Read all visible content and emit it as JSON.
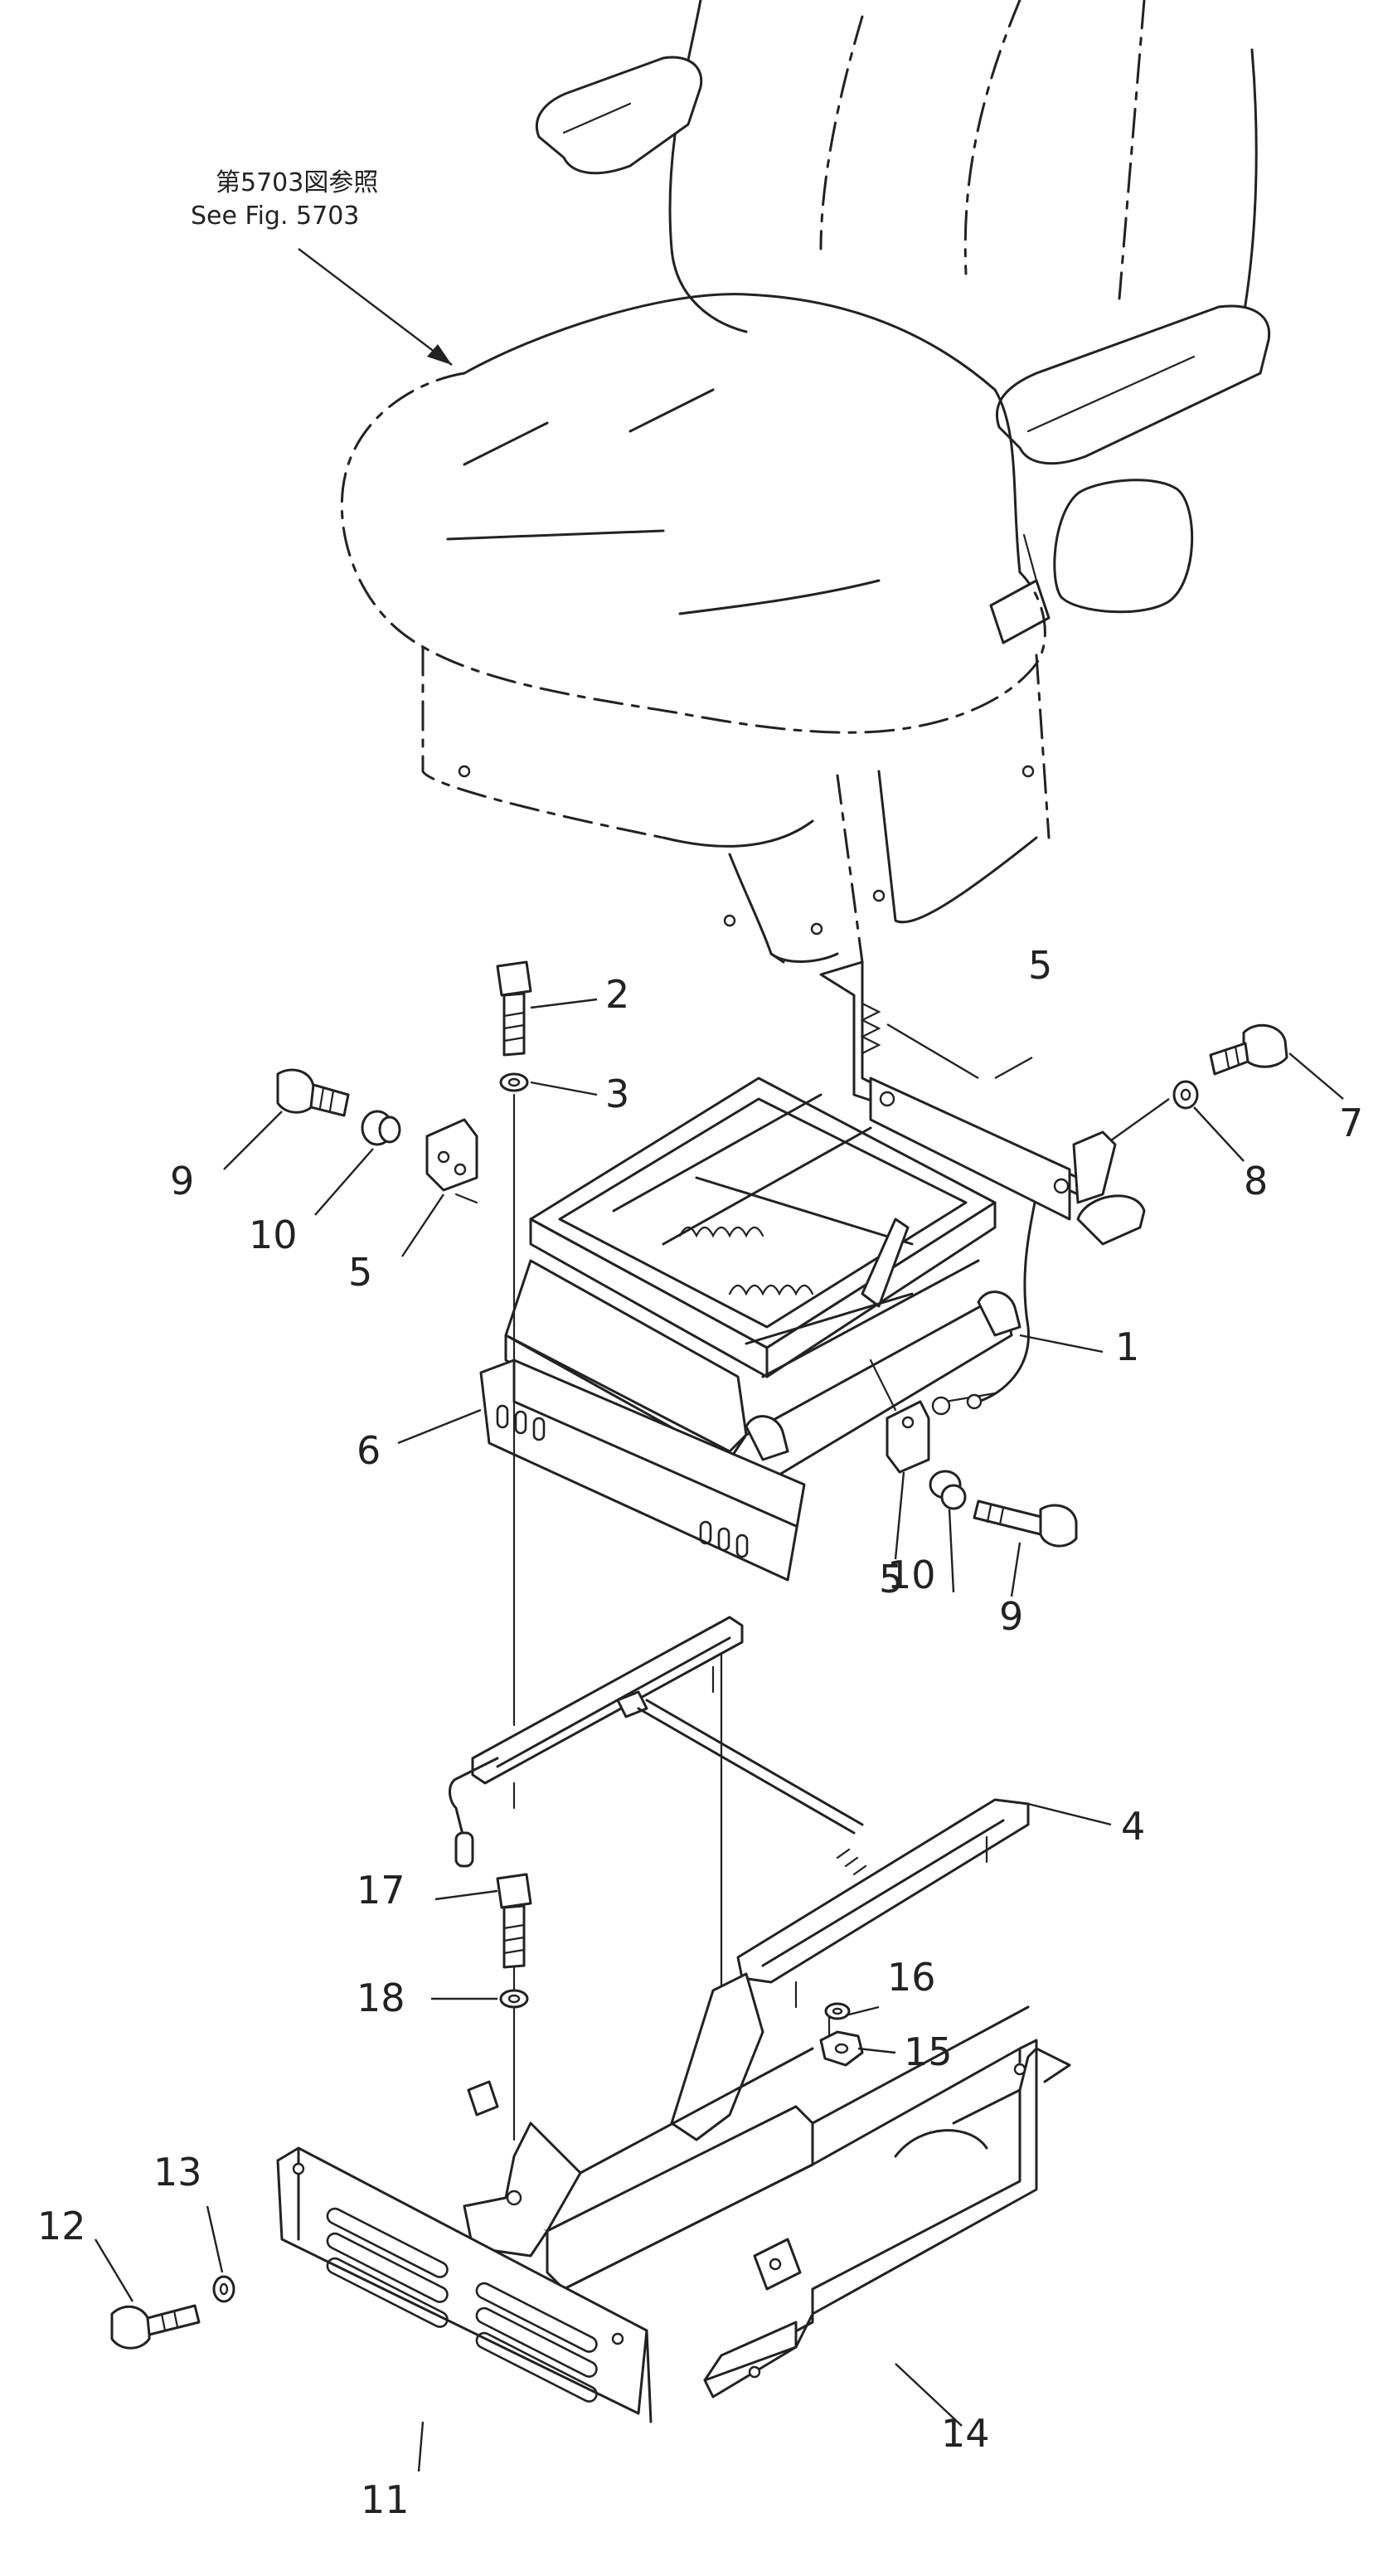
{
  "reference_note": {
    "line1": "第5703図参照",
    "line2": "See Fig. 5703"
  },
  "callouts": [
    {
      "id": "c1",
      "label": "1"
    },
    {
      "id": "c2",
      "label": "2"
    },
    {
      "id": "c3",
      "label": "3"
    },
    {
      "id": "c4",
      "label": "4"
    },
    {
      "id": "c5a",
      "label": "5"
    },
    {
      "id": "c5b",
      "label": "5"
    },
    {
      "id": "c5c",
      "label": "5"
    },
    {
      "id": "c6",
      "label": "6"
    },
    {
      "id": "c7",
      "label": "7"
    },
    {
      "id": "c8",
      "label": "8"
    },
    {
      "id": "c9a",
      "label": "9"
    },
    {
      "id": "c9b",
      "label": "9"
    },
    {
      "id": "c10a",
      "label": "10"
    },
    {
      "id": "c10b",
      "label": "10"
    },
    {
      "id": "c11",
      "label": "11"
    },
    {
      "id": "c12",
      "label": "12"
    },
    {
      "id": "c13",
      "label": "13"
    },
    {
      "id": "c14",
      "label": "14"
    },
    {
      "id": "c15",
      "label": "15"
    },
    {
      "id": "c16",
      "label": "16"
    },
    {
      "id": "c17",
      "label": "17"
    },
    {
      "id": "c18",
      "label": "18"
    }
  ]
}
